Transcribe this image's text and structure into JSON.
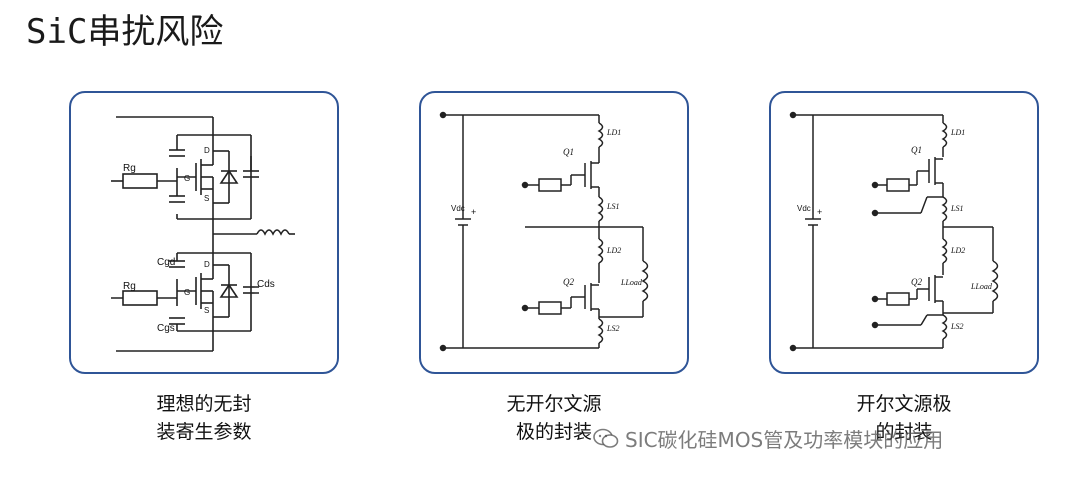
{
  "title": "SiC串扰风险",
  "panels": [
    {
      "labels": {
        "rg1": "Rg",
        "d1": "D",
        "g1": "G",
        "s1": "S",
        "cgd": "Cgd",
        "rg2": "Rg",
        "d2": "D",
        "g2": "G",
        "s2": "S",
        "cds": "Cds",
        "cgs": "Cgs"
      },
      "caption": [
        "理想的无封",
        "装寄生参数"
      ]
    },
    {
      "labels": {
        "vdc": "Vdc",
        "q1": "Q1",
        "q2": "Q2",
        "ld1": "LD1",
        "ls1": "LS1",
        "ld2": "LD2",
        "ls2": "LS2",
        "lload": "LLoad"
      },
      "caption": [
        "无开尔文源",
        "极的封装"
      ]
    },
    {
      "labels": {
        "vdc": "Vdc",
        "q1": "Q1",
        "q2": "Q2",
        "ld1": "LD1",
        "ls1": "LS1",
        "ld2": "LD2",
        "ls2": "LS2",
        "lload": "LLoad"
      },
      "caption": [
        "开尔文源极",
        "的封装"
      ]
    }
  ],
  "watermark": "SIC碳化硅MOS管及功率模块的应用",
  "icons": {
    "watermark": "wechat-icon"
  }
}
